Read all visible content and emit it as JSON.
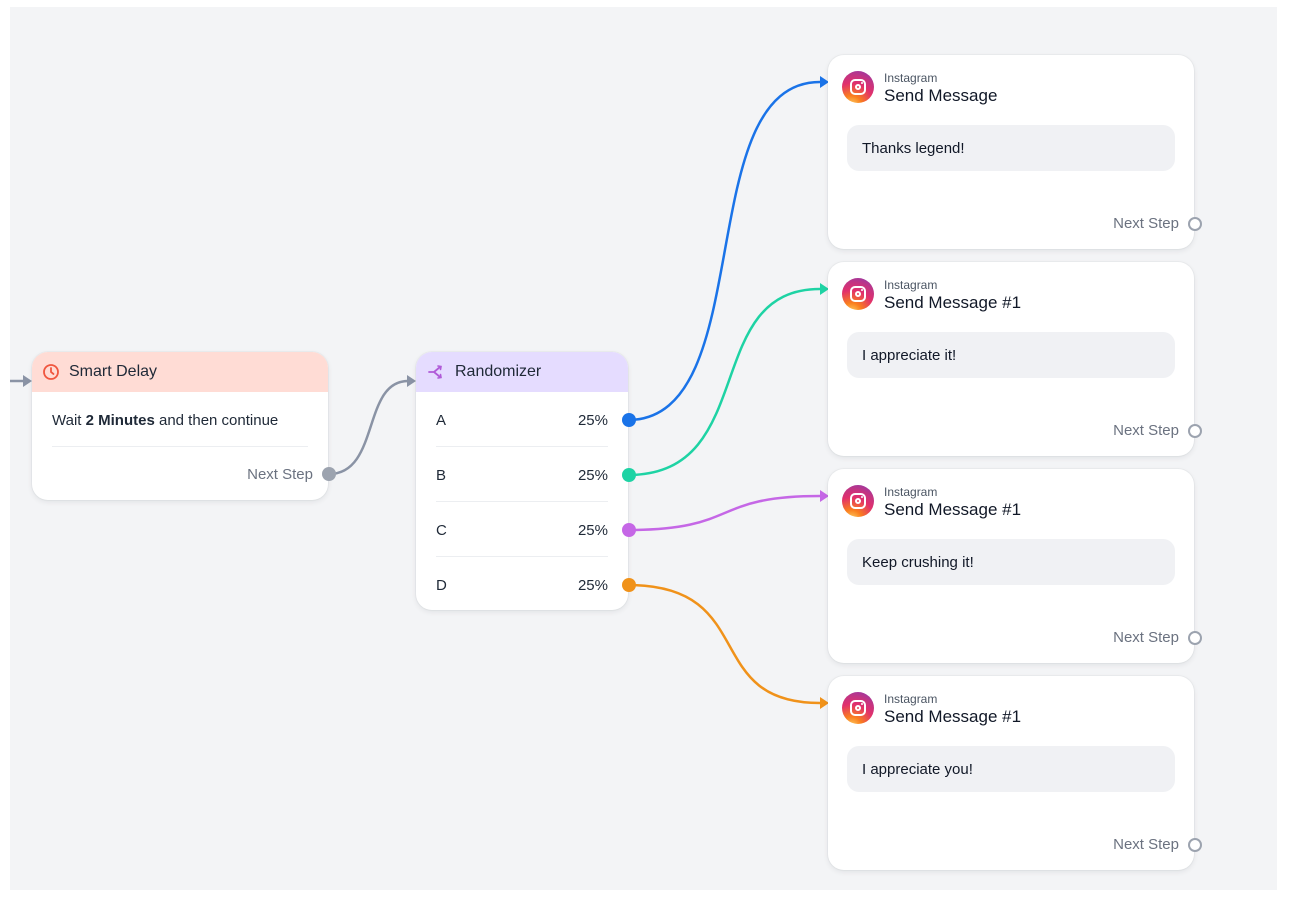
{
  "colors": {
    "canvas": "#f3f4f6",
    "delay_header": "#ffdcd5",
    "randomizer_header": "#e5dcff",
    "wire_gray": "#8a93a5",
    "variant_a": "#1a73e8",
    "variant_b": "#1ed3a4",
    "variant_c": "#c567e6",
    "variant_d": "#f0921a"
  },
  "smart_delay": {
    "icon": "clock-icon",
    "title": "Smart Delay",
    "text_prefix": "Wait",
    "text_bold": "2 Minutes",
    "text_suffix": "and then continue",
    "next_step": "Next Step"
  },
  "randomizer": {
    "icon": "split-icon",
    "title": "Randomizer",
    "variants": [
      {
        "name": "A",
        "percent": "25%"
      },
      {
        "name": "B",
        "percent": "25%"
      },
      {
        "name": "C",
        "percent": "25%"
      },
      {
        "name": "D",
        "percent": "25%"
      }
    ]
  },
  "messages": [
    {
      "platform": "Instagram",
      "title": "Send Message",
      "text": "Thanks legend!",
      "next_step": "Next Step"
    },
    {
      "platform": "Instagram",
      "title": "Send Message #1",
      "text": "I appreciate it!",
      "next_step": "Next Step"
    },
    {
      "platform": "Instagram",
      "title": "Send Message #1",
      "text": "Keep crushing it!",
      "next_step": "Next Step"
    },
    {
      "platform": "Instagram",
      "title": "Send Message #1",
      "text": "I appreciate you!",
      "next_step": "Next Step"
    }
  ]
}
